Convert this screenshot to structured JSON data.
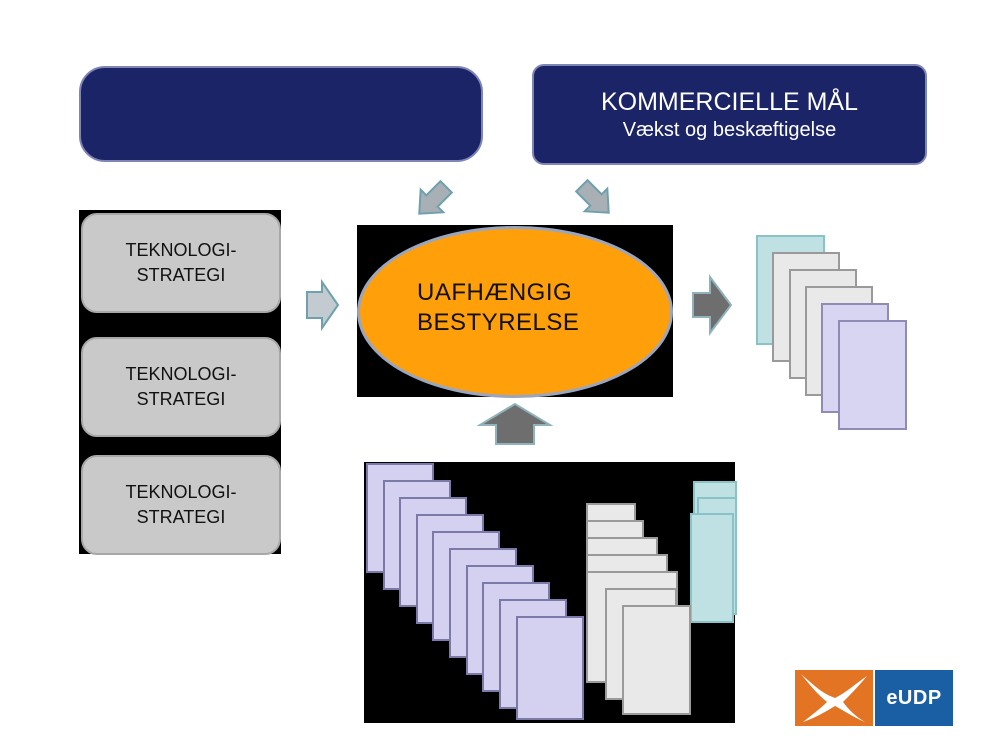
{
  "policy_box": {
    "text": ""
  },
  "commercial": {
    "title": "KOMMERCIELLE MÅL",
    "subtitle": "Vækst og beskæftigelse"
  },
  "strategies": [
    {
      "line1": "TEKNOLOGI-",
      "line2": "STRATEGI"
    },
    {
      "line1": "TEKNOLOGI-",
      "line2": "STRATEGI"
    },
    {
      "line1": "TEKNOLOGI-",
      "line2": "STRATEGI"
    }
  ],
  "board": {
    "line1": "UAFHÆNGIG",
    "line2": "BESTYRELSE"
  },
  "logo": {
    "text": "eUDP"
  },
  "colors": {
    "navy": "#1c2468",
    "orange": "#ff9f0a",
    "strategy_grey": "#c9c9c9",
    "doc_teal": "#bfe1e3",
    "doc_grey": "#e9e9e9",
    "doc_lavender": "#d7d5f2",
    "logo_orange": "#e27424",
    "logo_blue": "#1a5fa4"
  }
}
